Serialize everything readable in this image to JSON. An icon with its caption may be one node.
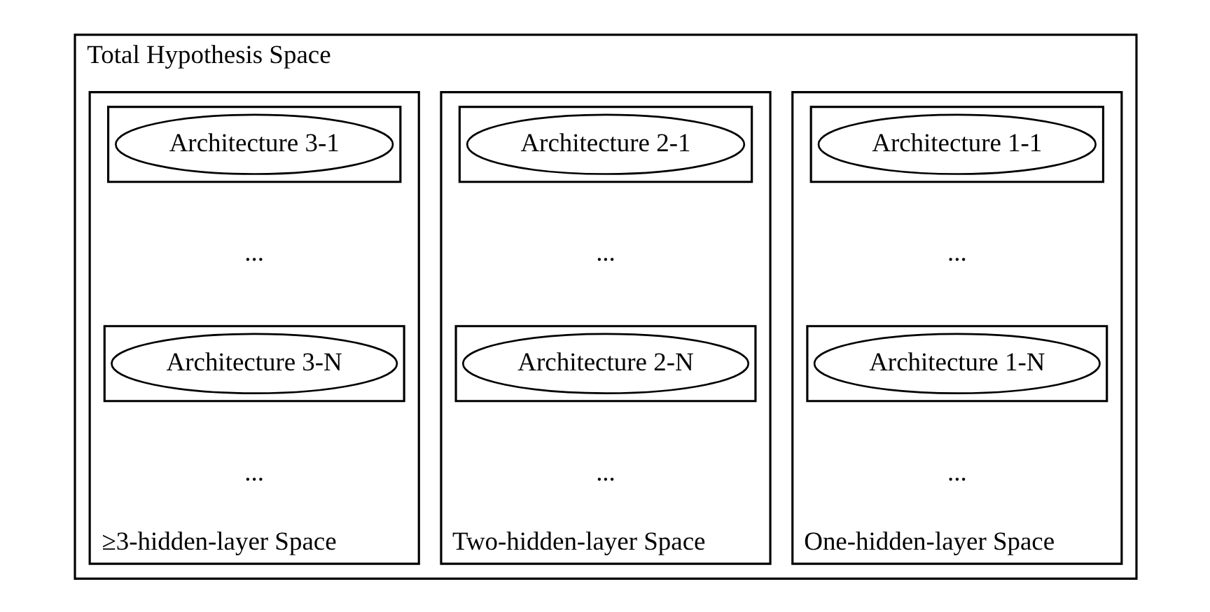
{
  "diagram": {
    "nodes": [
      {
        "text": [
          "Total Hypothesis Space"
        ]
      },
      {
        "text": [
          "One-hidden-layer Space"
        ],
        "in": 0
      },
      {
        "text": [],
        "shape": "box",
        "in": 1
      },
      {
        "text": [
          "Architecture 1-1"
        ],
        "in": 2
      },
      {
        "text": [],
        "shape": "box",
        "in": 1
      },
      {
        "text": [
          "Architecture 1-N"
        ],
        "in": 4
      },
      {
        "text": [
          "Two-hidden-layer Space"
        ],
        "in": 0
      },
      {
        "text": [],
        "shape": "box",
        "in": 6
      },
      {
        "text": [
          "Architecture 2-1"
        ],
        "in": 7
      },
      {
        "text": [],
        "shape": "box",
        "in": 6
      },
      {
        "text": [
          "Architecture 2-N"
        ],
        "in": 9
      },
      {
        "text": [
          "≥3-hidden-layer Space"
        ],
        "in": 0
      },
      {
        "text": [],
        "shape": "box",
        "in": 11
      },
      {
        "text": [
          "Architecture 3-1"
        ],
        "in": 12
      },
      {
        "text": [],
        "shape": "box",
        "in": 11
      },
      {
        "text": [
          "Architecture 3-N"
        ],
        "in": 14
      }
    ],
    "labels": [
      "...",
      "...",
      "...",
      "...",
      "...",
      "..."
    ]
  }
}
